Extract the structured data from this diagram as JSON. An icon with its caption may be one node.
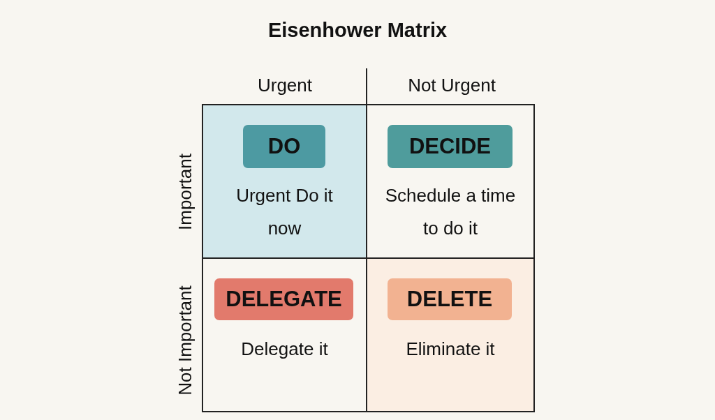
{
  "diagram": {
    "title": "Eisenhower Matrix",
    "nodes": [
      {
        "text": [
          "Urgent Do it now"
        ]
      },
      {
        "text": [
          "DO"
        ],
        "in": 0
      },
      {
        "text": [
          "Schedule a time to do it"
        ]
      },
      {
        "text": [
          "DECIDE"
        ],
        "in": 2
      },
      {
        "text": [
          "Delegate it"
        ]
      },
      {
        "text": [
          "DELEGATE"
        ],
        "in": 4
      },
      {
        "text": [
          "Eliminate it"
        ]
      },
      {
        "text": [
          "DELETE"
        ],
        "in": 6
      }
    ],
    "labels": [
      "Urgent",
      "Not Urgent",
      "Important",
      "Not Important"
    ]
  }
}
